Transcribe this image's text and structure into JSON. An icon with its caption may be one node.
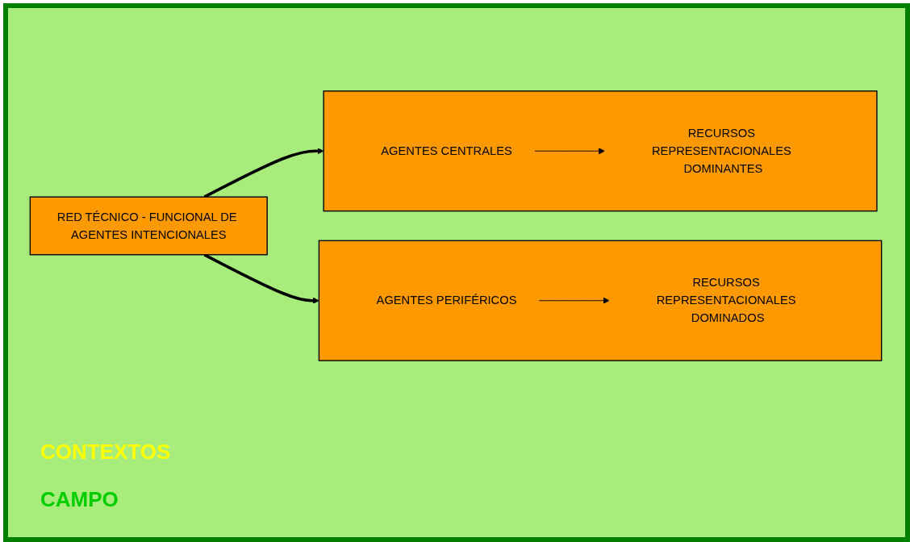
{
  "diagram": {
    "nodes": [
      {
        "text": [
          "RED TÉCNICO - FUNCIONAL DE AGENTES INTENCIONALES"
        ]
      },
      {
        "text": [],
        "shape": "box"
      },
      {
        "text": [
          "AGENTES CENTRALES"
        ],
        "in": 1
      },
      {
        "text": [
          "RECURSOS REPRESENTACIONALES DOMINANTES"
        ],
        "in": 1
      },
      {
        "text": [],
        "shape": "box"
      },
      {
        "text": [
          "AGENTES PERIFÉRICOS"
        ],
        "in": 4
      },
      {
        "text": [
          "RECURSOS REPRESENTACIONALES DOMINADOS"
        ],
        "in": 4
      }
    ],
    "edges": [
      {
        "from": 0,
        "to": 1,
        "arrow": "to",
        "style": "thick"
      },
      {
        "from": 2,
        "to": 3,
        "arrow": "to"
      },
      {
        "from": 0,
        "to": 4,
        "arrow": "to",
        "style": "thick"
      },
      {
        "from": 5,
        "to": 6,
        "arrow": "to"
      }
    ],
    "labels": [
      "CONTEXTOS",
      "CAMPO"
    ]
  }
}
